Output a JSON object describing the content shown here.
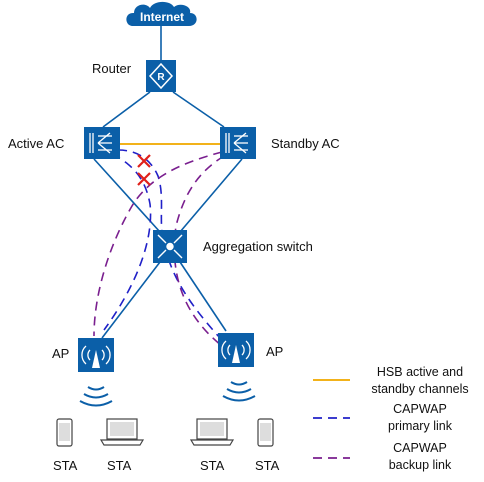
{
  "nodes": {
    "internet": "Internet",
    "router": "Router",
    "active_ac": "Active AC",
    "standby_ac": "Standby AC",
    "aggregation_switch": "Aggregation switch",
    "ap_left": "AP",
    "ap_right": "AP",
    "sta_1": "STA",
    "sta_2": "STA",
    "sta_3": "STA",
    "sta_4": "STA"
  },
  "legend": {
    "hsb_line1": "HSB active and",
    "hsb_line2": "standby channels",
    "primary_line1": "CAPWAP",
    "primary_line2": "primary link",
    "backup_line1": "CAPWAP",
    "backup_line2": "backup link"
  },
  "colors": {
    "device": "#0b5fa8",
    "cloud": "#0b5fa8",
    "link": "#0b5fa8",
    "hsb": "#f2b21a",
    "primary": "#2020c8",
    "backup": "#7a1f8f",
    "fail": "#e0201a"
  }
}
